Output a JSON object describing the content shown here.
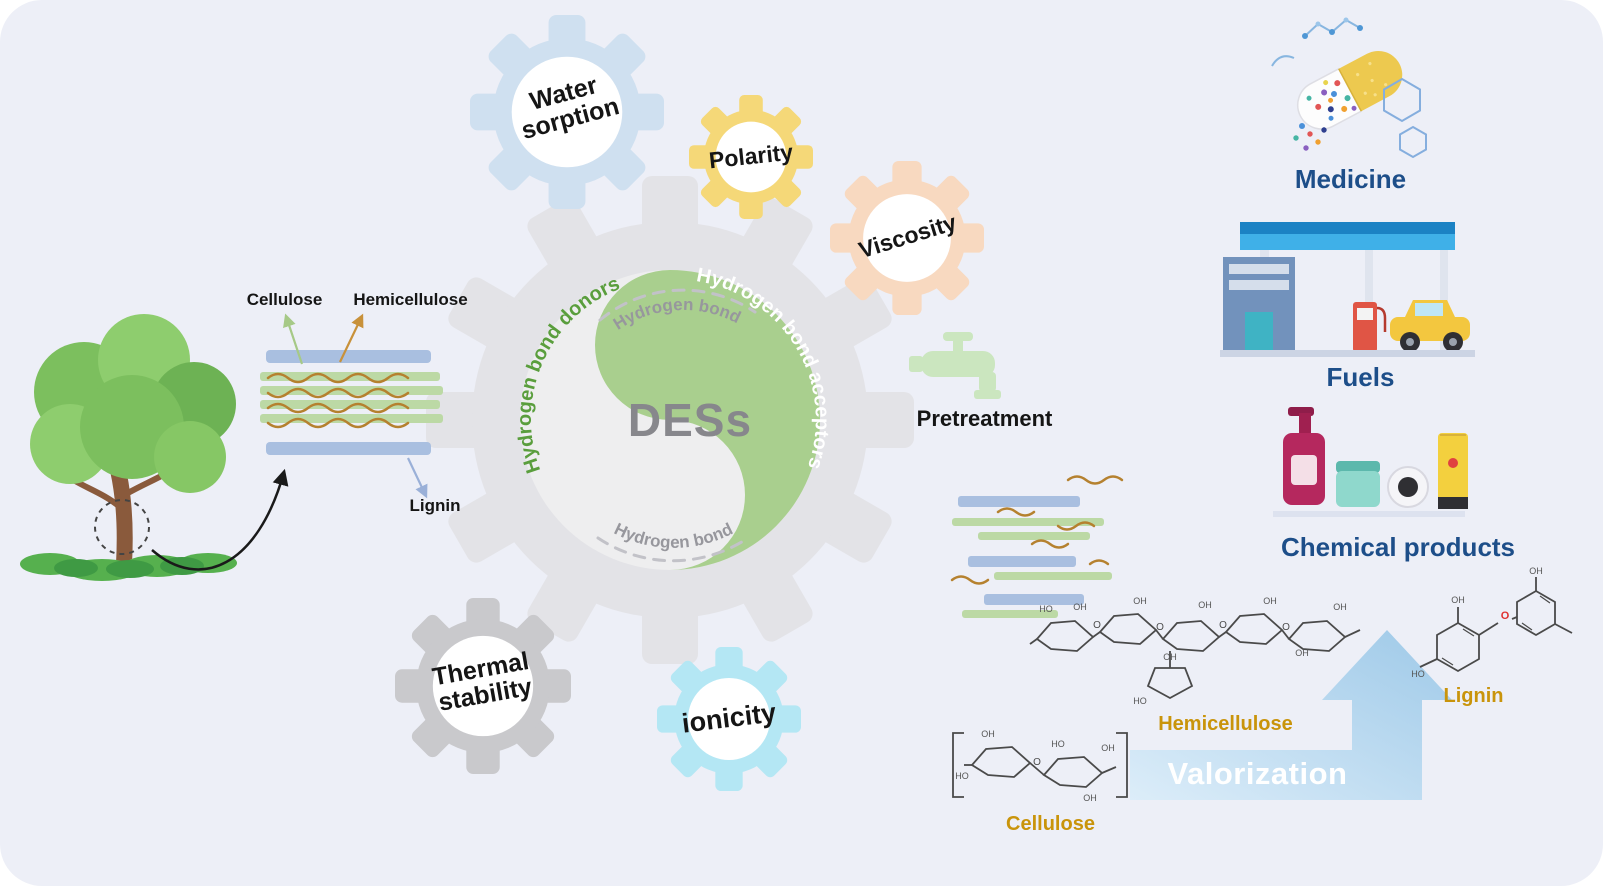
{
  "colors": {
    "background": "#edeff7",
    "gear_center": "#e3e3e7",
    "yin_left": "#eeeeef",
    "yin_green": "#a9cf8e",
    "gear_water_sorption": "#cfe0f0",
    "gear_polarity": "#f5d878",
    "gear_viscosity": "#f8d9c0",
    "gear_thermal_stability": "#c9c9cc",
    "gear_ionicity": "#b4e7f4",
    "label_navy": "#1d4e89",
    "label_gold": "#c9940b",
    "strand_brown": "#b5812f",
    "bar_blue": "#a9bfe0",
    "bar_green": "#bcd9a5",
    "donors_green": "#5a9e3d",
    "lignin_linkage_red": "#e03030"
  },
  "des_gear": {
    "title": "DESs",
    "donors_label": "Hydrogen bond donors",
    "acceptors_label": "Hydrogen bond acceptors",
    "hydrogen_bond_top": "Hydrogen bond",
    "hydrogen_bond_bottom": "Hydrogen bond"
  },
  "property_gears": {
    "water_sorption": "Water\nsorption",
    "polarity": "Polarity",
    "viscosity": "Viscosity",
    "thermal_stability": "Thermal\nstability",
    "ionicity": "ionicity"
  },
  "biomass": {
    "cellulose": "Cellulose",
    "hemicellulose": "Hemicellulose",
    "lignin": "Lignin"
  },
  "process": {
    "pretreatment": "Pretreatment",
    "valorization": "Valorization"
  },
  "structures": {
    "cellulose": "Cellulose",
    "hemicellulose": "Hemicellulose",
    "lignin": "Lignin",
    "oh": "OH",
    "ho": "HO",
    "o": "O"
  },
  "products": {
    "medicine": "Medicine",
    "fuels": "Fuels",
    "chemical_products": "Chemical products"
  }
}
